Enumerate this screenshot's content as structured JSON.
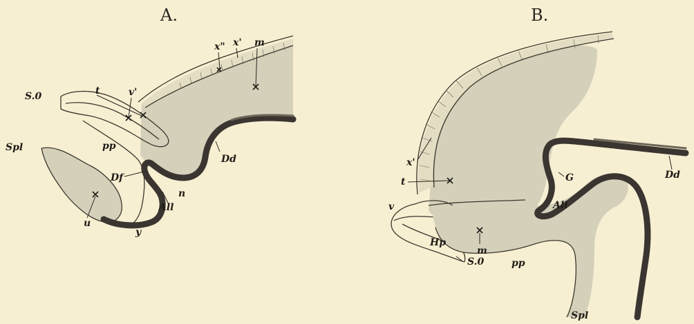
{
  "panels": {
    "a": {
      "title": "A.",
      "labels": {
        "x2": "x\"",
        "x1": "x'",
        "m": "m",
        "so": "S.0",
        "t": "t",
        "v": "v'",
        "pp": "pp",
        "spl": "Spl",
        "df": "Df",
        "dd": "Dd",
        "alt": "All",
        "n": "n",
        "u": "u",
        "y": "y"
      }
    },
    "b": {
      "title": "B.",
      "labels": {
        "x1": "x'",
        "t": "t",
        "v": "v",
        "g": "G",
        "dd": "Dd",
        "alt": "All",
        "hp": "Hp",
        "m": "m",
        "so": "S.0",
        "pp": "pp",
        "spl": "Spl"
      }
    }
  },
  "colors": {
    "background": "#f7efd2",
    "tissue": "#d4d0ba",
    "dark_layer": "#3a3530"
  }
}
